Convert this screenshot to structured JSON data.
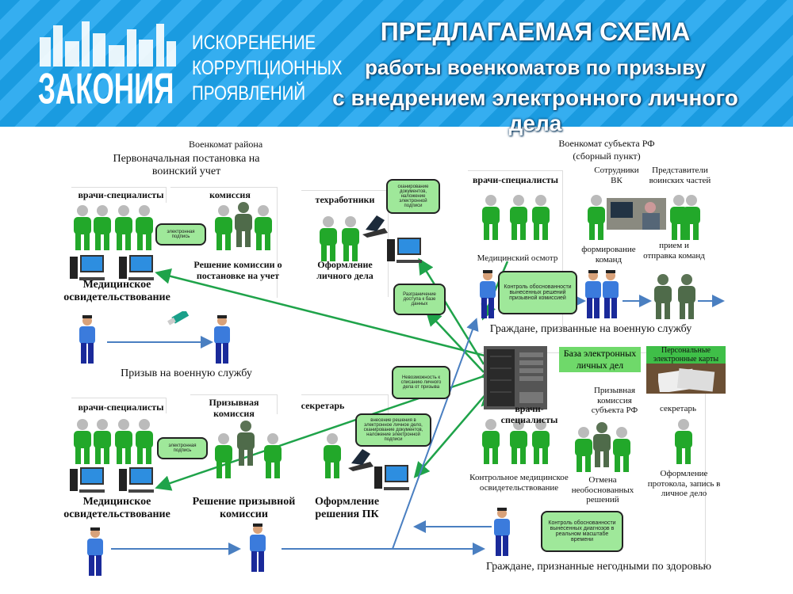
{
  "header": {
    "logo": "ЗАКОНИЯ",
    "slogan": [
      "ИСКОРЕНЕНИЕ",
      "КОРРУПЦИОННЫХ",
      "ПРОЯВЛЕНИЙ"
    ],
    "title": [
      "ПРЕДЛАГАЕМАЯ СХЕМА",
      "работы военкоматов по призыву",
      "с внедрением электронного личного дела"
    ]
  },
  "left": {
    "org": "Военкомат района",
    "initial": "Первоначальная постановка на воинский учет",
    "doctors1": "врачи-специалисты",
    "commission": "комиссия",
    "esign1": "электронная подпись",
    "decision1": "Решение комиссии о постановке на учет",
    "medexam1": "Медицинское освидетельствование",
    "techstaff": "техработники",
    "scan_callout": "сканирование документов, наложение электронной подписи",
    "file": "Оформление личного дела",
    "access_callout": "Разграничение доступа к базе данных",
    "conscription": "Призыв на военную службу",
    "nodelete_callout": "Невозможность к списанию личного дела от призыва",
    "doctors2": "врачи-специалисты",
    "draft_commission": "Призывная комиссия",
    "secretary": "секретарь",
    "esign2": "электронная подпись",
    "entry_callout": "внесение решения в электронное личное дело, сканирование документов, наложение электронной подписи",
    "medexam2": "Медицинское освидетельствование",
    "decision2": "Решение призывной комиссии",
    "pk_doc": "Оформление решения ПК"
  },
  "right": {
    "org": "Военкомат субъекта РФ",
    "org_sub": "(сборный пункт)",
    "doctors": "врачи-специалисты",
    "staff": "Сотрудники ВК",
    "units": "Представители воинских частей",
    "checkup": "Медицинский осмотр",
    "teams": "формирование команд",
    "dispatch": "прием и отправка команд",
    "control_callout": "Контроль обоснованности вынесенных решений призывной комиссией",
    "drafted": "Граждане, призванные на военную службу",
    "db": "База электронных личных дел",
    "cards": "Персональные электронные карты",
    "doctors2": "врачи-специалисты",
    "regional_commission": "Призывная комиссия субъекта РФ",
    "secretary": "секретарь",
    "control_exam": "Контрольное медицинское освидетельствование",
    "cancel": "Отмена необоснованных решений",
    "protocol": "Оформление протокола, запись в личное дело",
    "diag_callout": "Контроль обоснованности вынесенных диагнозов в реальном масштабе времени",
    "unfit": "Граждане, признанные негодными по здоровью"
  }
}
